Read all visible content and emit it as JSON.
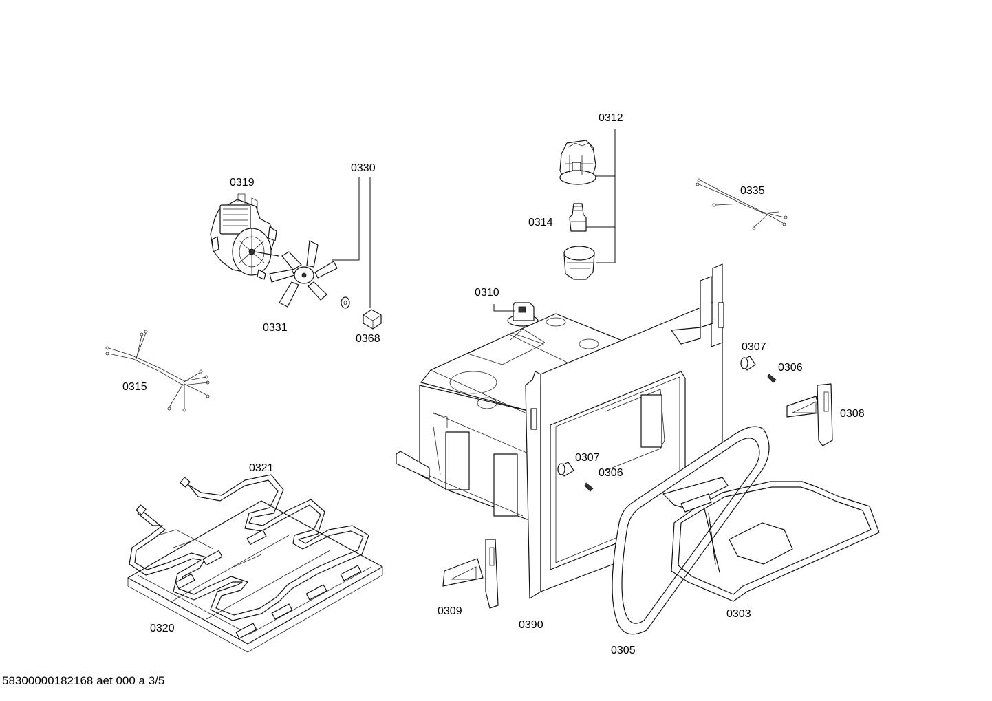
{
  "callouts": {
    "c0312": "0312",
    "c0330": "0330",
    "c0319": "0319",
    "c0335": "0335",
    "c0314": "0314",
    "c0310": "0310",
    "c0331": "0331",
    "c0368": "0368",
    "c0307a": "0307",
    "c0306a": "0306",
    "c0315": "0315",
    "c0308": "0308",
    "c0307b": "0307",
    "c0306b": "0306",
    "c0321": "0321",
    "c0309": "0309",
    "c0303": "0303",
    "c0390": "0390",
    "c0320": "0320",
    "c0305": "0305"
  },
  "footer": {
    "document_id": "58300000182168 aet 000 a 3/5"
  }
}
